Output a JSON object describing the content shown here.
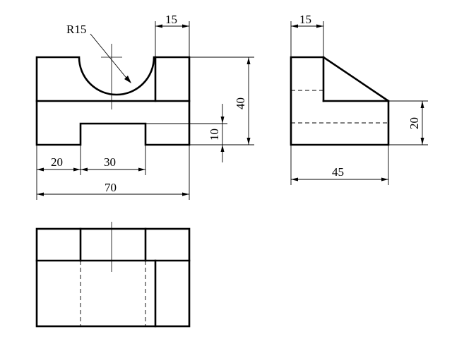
{
  "dimensions": {
    "radius": "R15",
    "front_top_right_width": "15",
    "front_height": "40",
    "front_slot_height": "10",
    "front_left_width": "20",
    "front_slot_width": "30",
    "front_total_width": "70",
    "side_top_width": "15",
    "side_step_height": "20",
    "side_total_width": "45"
  },
  "colors": {
    "line": "#000000",
    "background": "#ffffff"
  }
}
